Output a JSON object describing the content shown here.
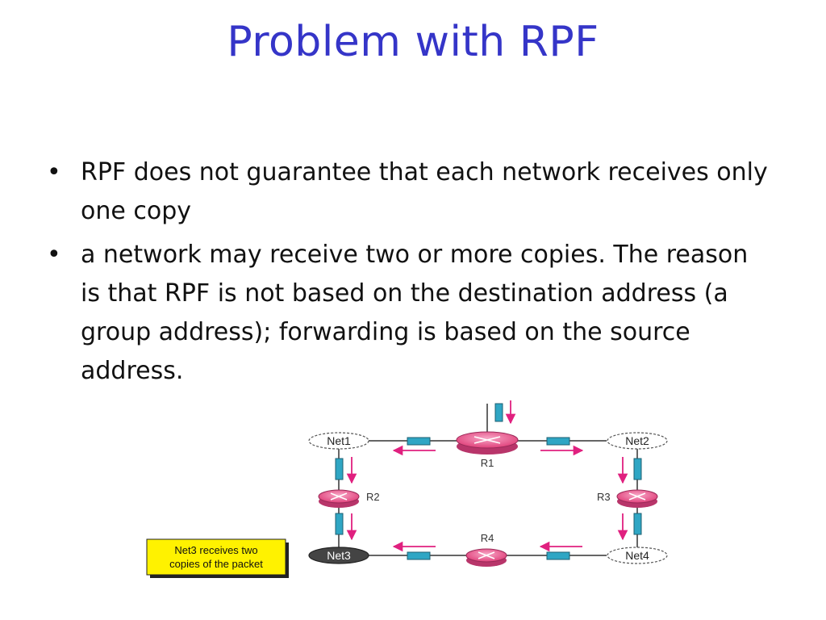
{
  "slide": {
    "title": "Problem with RPF",
    "bullets": [
      "RPF does not guarantee that each network receives only one copy",
      "a network may receive two or more copies. The reason is that RPF is not based on the destination address (a group address); forwarding is based on the source address."
    ]
  },
  "diagram": {
    "networks": {
      "net1": "Net1",
      "net2": "Net2",
      "net3": "Net3",
      "net4": "Net4"
    },
    "routers": {
      "r1": "R1",
      "r2": "R2",
      "r3": "R3",
      "r4": "R4"
    },
    "callout": {
      "line1": "Net3 receives two",
      "line2": "copies of the packet"
    },
    "colors": {
      "router_fill": "#e8528a",
      "arrow": "#e0207f",
      "port": "#2fa6c4",
      "callout_fill": "#fff200",
      "net3_fill": "#444444"
    }
  }
}
